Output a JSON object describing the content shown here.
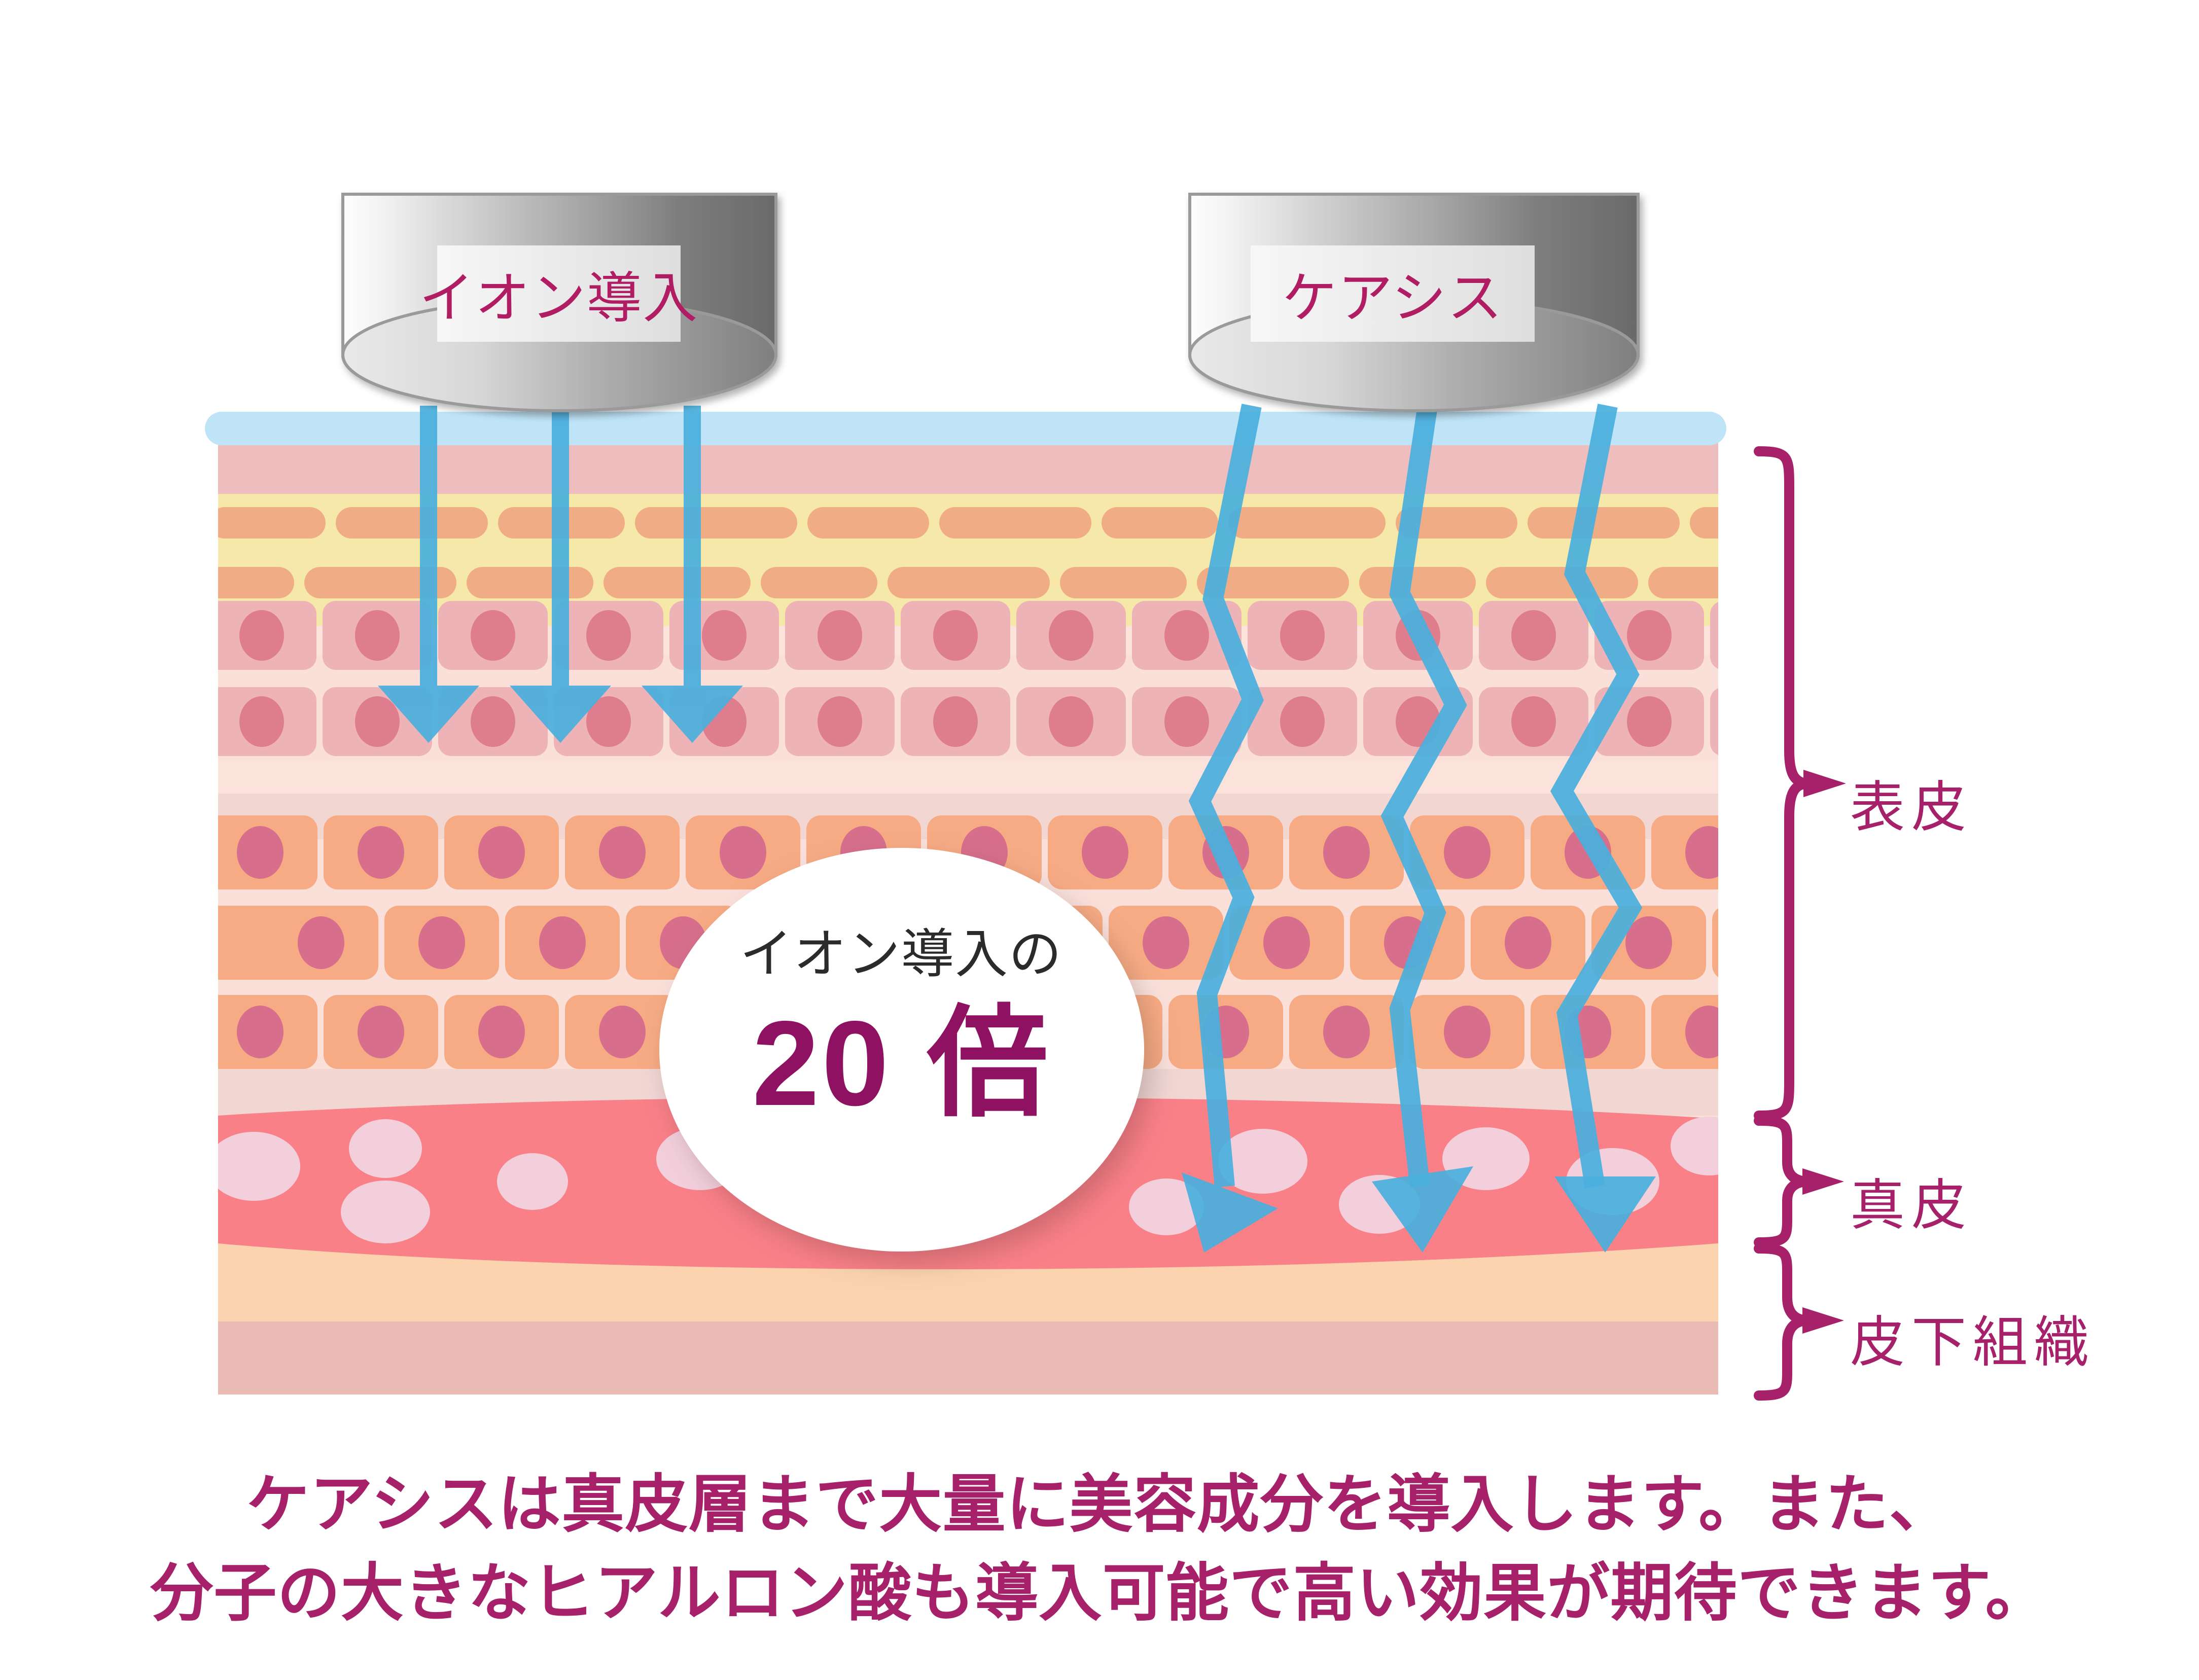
{
  "devices": [
    {
      "id": "ion-introduction",
      "label": "イオン導入"
    },
    {
      "id": "careasis",
      "label": "ケアシス"
    }
  ],
  "badge": {
    "top_line": "イオン導入の",
    "multiplier": "20 倍"
  },
  "layer_labels": [
    {
      "id": "epidermis",
      "label": "表皮"
    },
    {
      "id": "dermis",
      "label": "真皮"
    },
    {
      "id": "subcutaneous",
      "label": "皮下組織"
    }
  ],
  "caption": {
    "line1": "ケアシスは真皮層まで大量に美容成分を導入します。また、",
    "line2": "分子の大きなヒアルロン酸も導入可能で高い効果が期待できます。"
  },
  "colors": {
    "magenta": "#a6216a",
    "magenta_dark": "#8f1161",
    "device_label_text": "#b01d63",
    "arrow_blue": "#4aafdd",
    "moisture_blue": "#bfe4f8",
    "stratum_corneum": "#eebdbd",
    "corneocyte_band": "#f6e8a8",
    "corneocyte_cell": "#f0ad85",
    "granular_bg": "#fbe0da",
    "granular_cell": "#eeb3b7",
    "granular_nucleus": "#de7d8d",
    "spinous_bg": "#f3d9d4",
    "spinous_cell": "#f7ab84",
    "spinous_nucleus": "#d76f8c",
    "dermis_band": "#fa8088",
    "dermis_vesicle": "#f3cfdc",
    "papillary": "#fbd3ae",
    "subcutaneous": "#eabbb4",
    "device_light": "#fdfdfd",
    "device_dark": "#6e6e6e",
    "screen_light": "#f4f4f4"
  },
  "diagram": {
    "type": "cross-section-illustration",
    "subject": "skin penetration depth comparison",
    "left_device_arrows": 3,
    "left_arrow_style": "straight-shallow",
    "right_device_arrows": 3,
    "right_arrow_style": "zigzag-deep",
    "left_penetration_layer": "granular layer (epidermis, shallow)",
    "right_penetration_layer": "papillary dermis (deep)"
  }
}
